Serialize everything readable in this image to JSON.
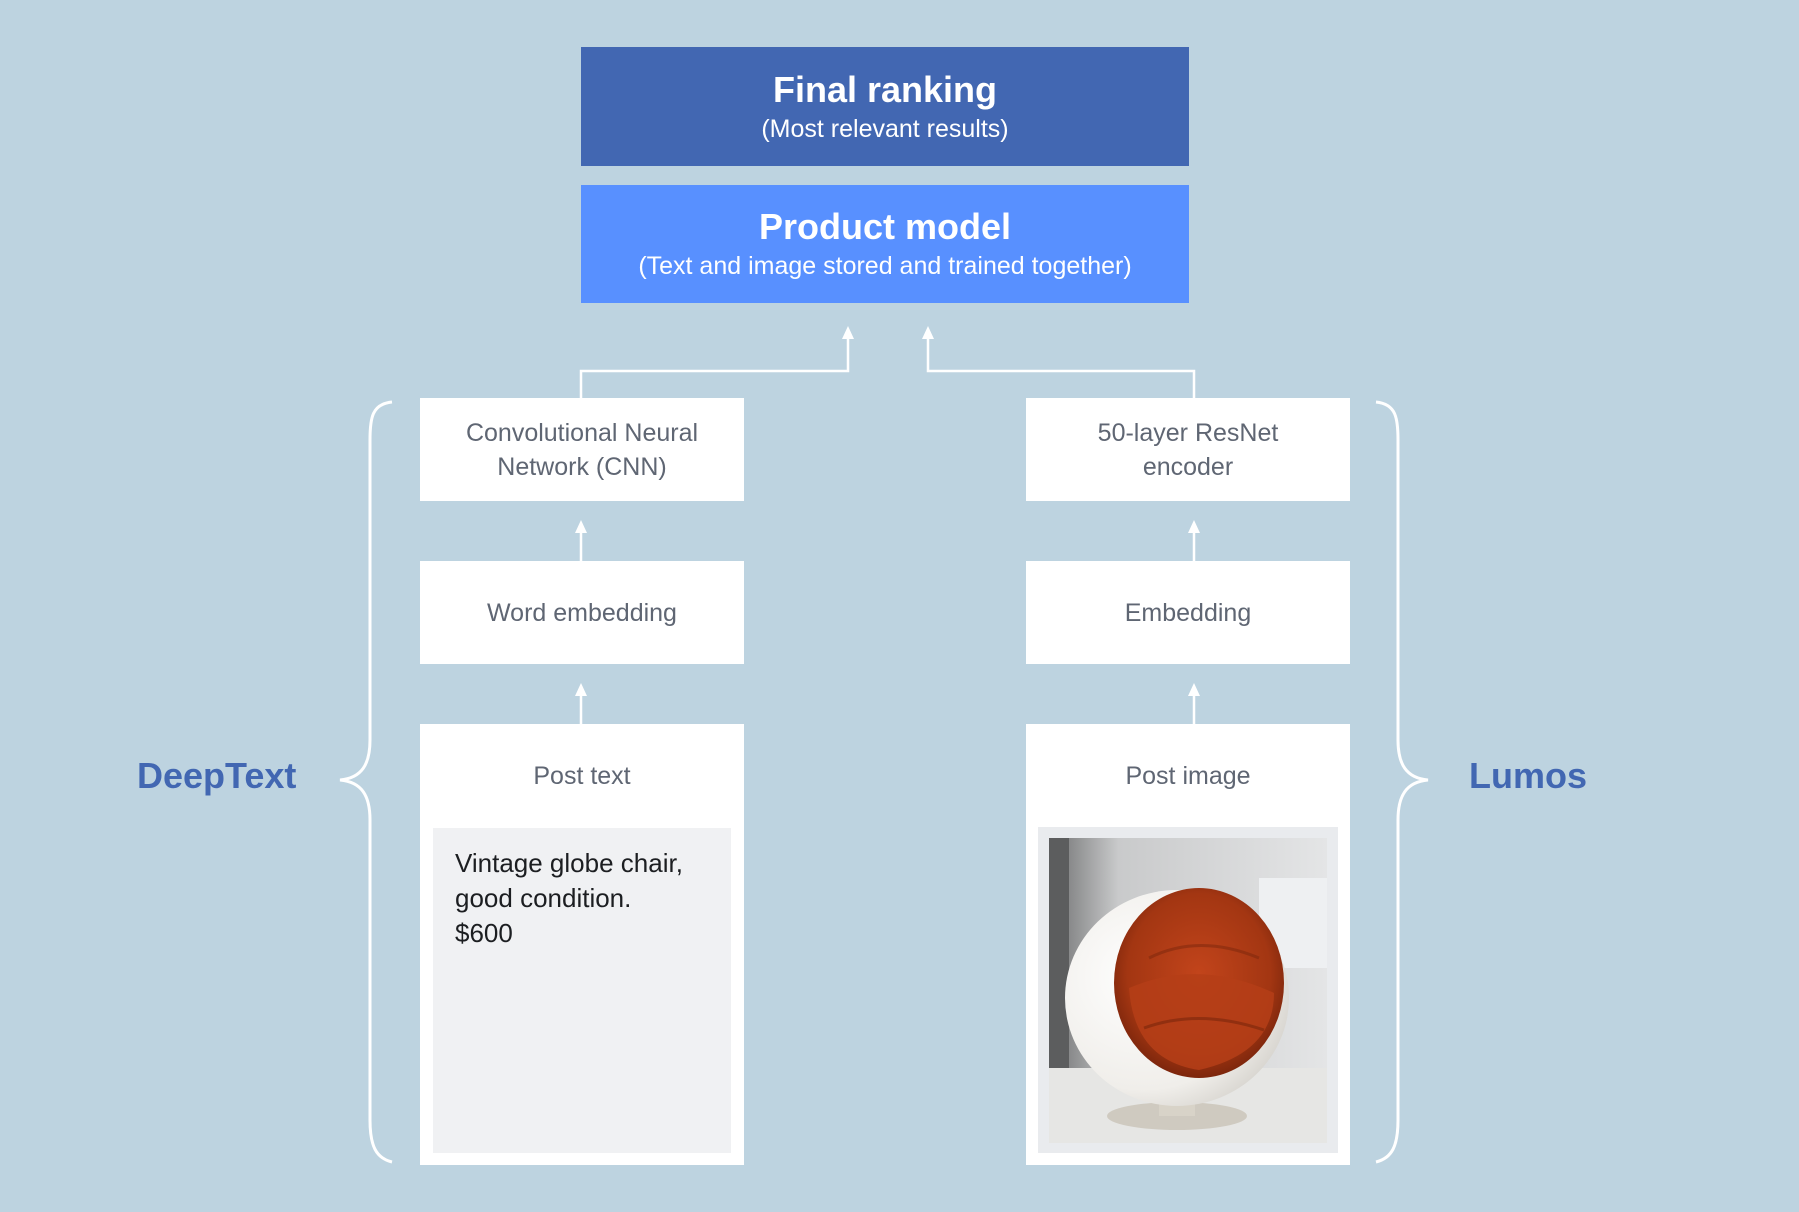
{
  "final_ranking": {
    "title": "Final ranking",
    "subtitle": "(Most relevant results)"
  },
  "product_model": {
    "title": "Product model",
    "subtitle": "(Text and image stored and trained together)"
  },
  "deeptext": {
    "label": "DeepText",
    "cnn_line1": "Convolutional Neural",
    "cnn_line2": "Network (CNN)",
    "embedding": "Word embedding",
    "post_title": "Post text",
    "post_line1": "Vintage globe chair,",
    "post_line2": "good condition.",
    "post_line3": "$600"
  },
  "lumos": {
    "label": "Lumos",
    "encoder_line1": "50-layer ResNet",
    "encoder_line2": "encoder",
    "embedding": "Embedding",
    "post_title": "Post image"
  },
  "colors": {
    "background": "#bdd3e0",
    "final_ranking": "#4267b2",
    "product_model": "#5890ff",
    "label": "#4267b2",
    "connector": "#ffffff"
  }
}
